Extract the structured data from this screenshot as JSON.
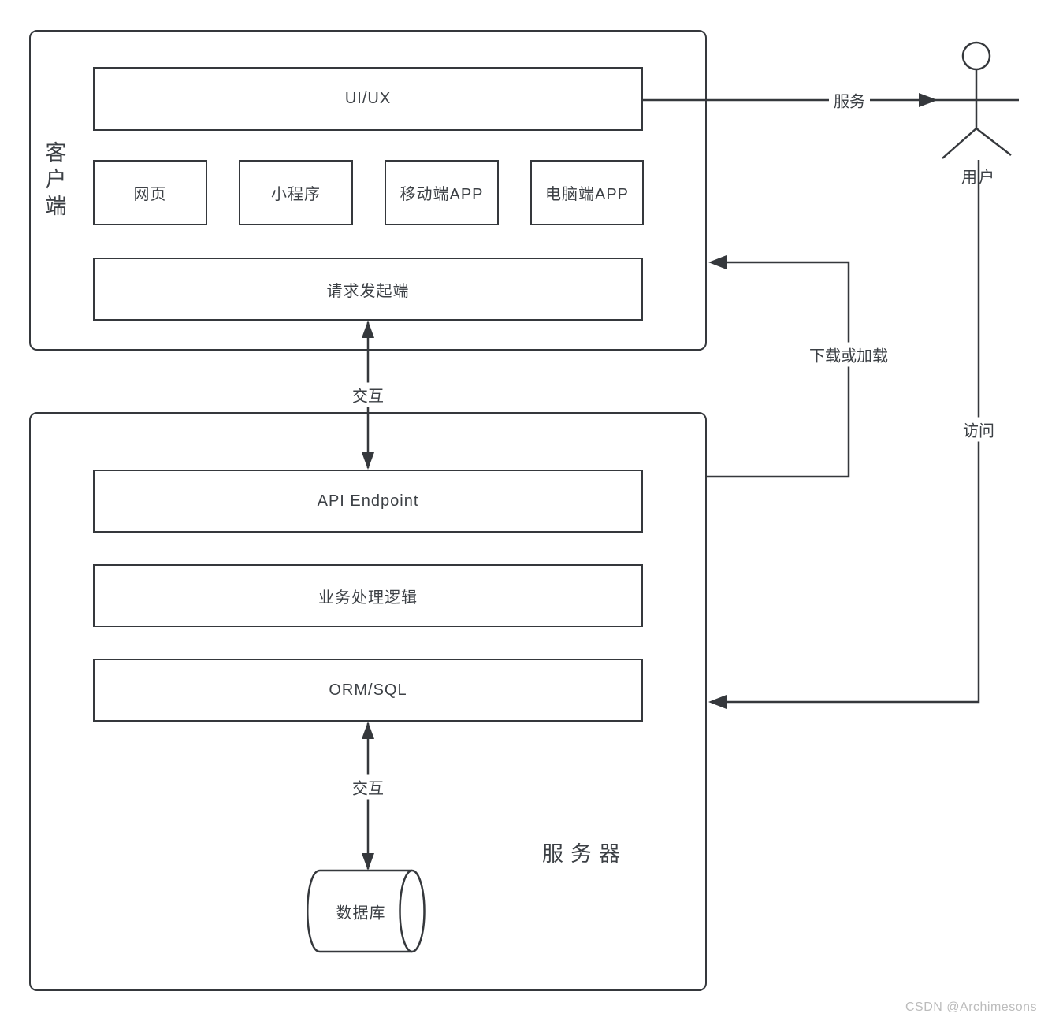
{
  "colors": {
    "line": "#35383c",
    "text": "#3c4045",
    "watermark": "#bcbcbc",
    "background": "#ffffff"
  },
  "client": {
    "label": "客户端",
    "uiux_label": "UI/UX",
    "channels": [
      "网页",
      "小程序",
      "移动端APP",
      "电脑端APP"
    ],
    "requester_label": "请求发起端"
  },
  "server": {
    "label": "服务器",
    "api_label": "API Endpoint",
    "logic_label": "业务处理逻辑",
    "orm_label": "ORM/SQL",
    "database_label": "数据库"
  },
  "actor": {
    "label": "用户"
  },
  "edges": {
    "service_label": "服务",
    "client_server_interact_label": "交互",
    "orm_db_interact_label": "交互",
    "download_label": "下载或加载",
    "access_label": "访问"
  },
  "watermark": "CSDN @Archimesons"
}
